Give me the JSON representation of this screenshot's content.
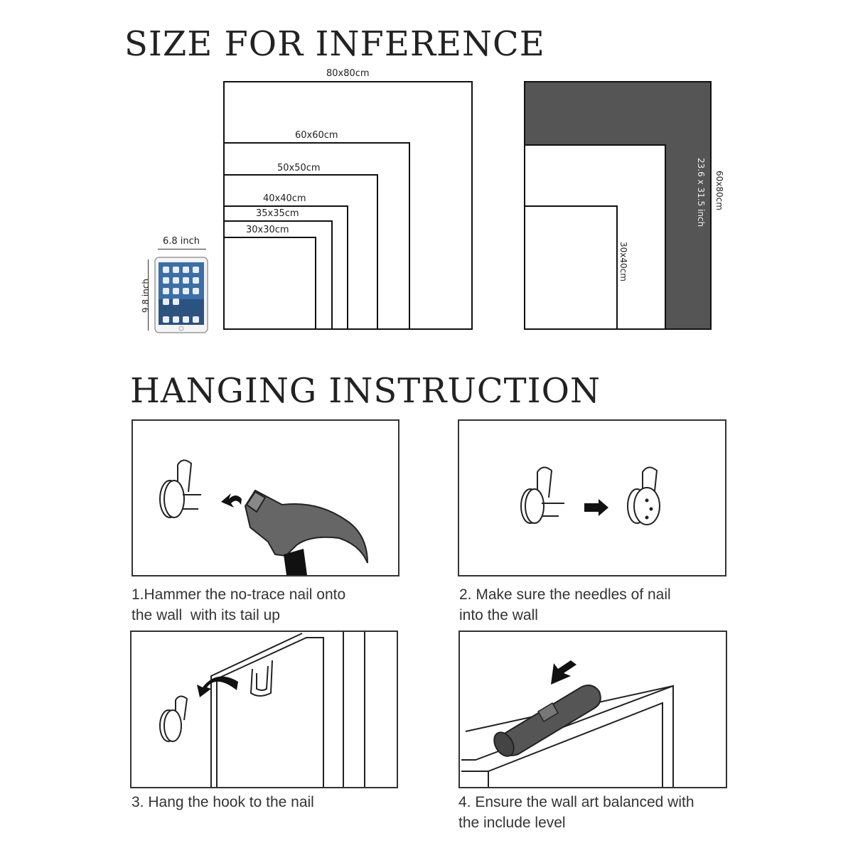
{
  "size_section": {
    "title": "SIZE FOR INFERENCE",
    "squares": [
      {
        "label": "80x80cm"
      },
      {
        "label": "60x60cm"
      },
      {
        "label": "50x50cm"
      },
      {
        "label": "40x40cm"
      },
      {
        "label": "35x35cm"
      },
      {
        "label": "30x30cm"
      }
    ],
    "tablet": {
      "width_label": "6.8 inch",
      "height_label": "9.8 inch"
    },
    "rect_panel": {
      "outer_label_cm": "60x80cm",
      "outer_label_inch": "23.6 x 31.5 inch",
      "inner_label": "30x40cm"
    },
    "colors": {
      "dark_fill": "#555555",
      "line": "#111111"
    }
  },
  "hanging_section": {
    "title": "HANGING INSTRUCTION",
    "steps": [
      {
        "line1": "1.Hammer the no-trace nail onto",
        "line2": "the wall  with its tail up",
        "icon": "hammer-icon"
      },
      {
        "line1": "2. Make sure the needles of nail",
        "line2": "into the wall",
        "icon": "hook-icon"
      },
      {
        "line1": "3. Hang the hook to the nail",
        "line2": "",
        "icon": "frame-icon"
      },
      {
        "line1": "4. Ensure the wall art balanced with",
        "line2": "the include level",
        "icon": "level-icon"
      }
    ]
  }
}
